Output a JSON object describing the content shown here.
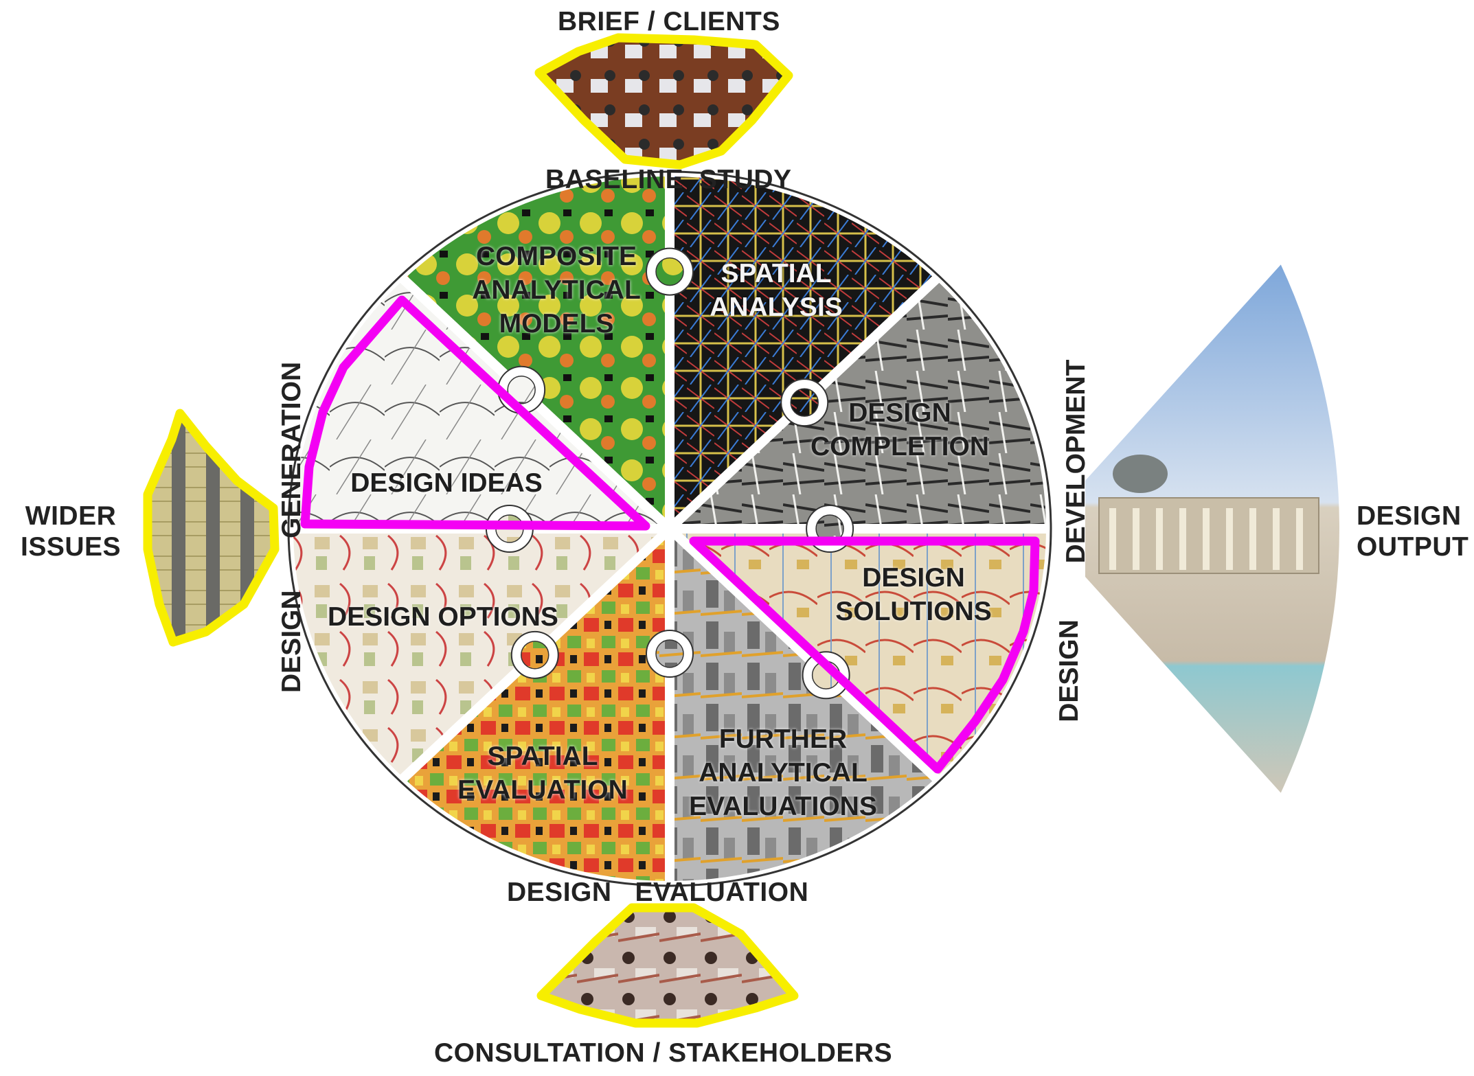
{
  "outer_labels": {
    "top": "BRIEF / CLIENTS",
    "bottom": "CONSULTATION / STAKEHOLDERS",
    "left": "WIDER\nISSUES",
    "right": "DESIGN\nOUTPUT"
  },
  "ring_labels": {
    "top": "BASELINE  STUDY",
    "bottom": "DESIGN   EVALUATION",
    "left_upper": "GENERATION",
    "left_lower": "DESIGN",
    "right_upper": "DEVELOPMENT",
    "right_lower": "DESIGN"
  },
  "segments": [
    {
      "id": "composite",
      "label": "COMPOSITE\nANALYTICAL\nMODELS",
      "color": "#5aa63a"
    },
    {
      "id": "spatial-analysis",
      "label": "SPATIAL\nANALYSIS",
      "color": "#1a1a1a"
    },
    {
      "id": "design-completion",
      "label": "DESIGN\nCOMPLETION",
      "color": "#8a8a86"
    },
    {
      "id": "design-solutions",
      "label": "DESIGN\nSOLUTIONS",
      "color": "#d9c9a4"
    },
    {
      "id": "further-evaluations",
      "label": "FURTHER\nANALYTICAL\nEVALUATIONS",
      "color": "#a9a9a9"
    },
    {
      "id": "spatial-evaluation",
      "label": "SPATIAL\nEVALUATION",
      "color": "#d9703a"
    },
    {
      "id": "design-options",
      "label": "DESIGN OPTIONS",
      "color": "#ece4d6"
    },
    {
      "id": "design-ideas",
      "label": "DESIGN IDEAS",
      "color": "#f4f4f2"
    }
  ],
  "highlight_colors": {
    "yellow": "#f7ee00",
    "magenta": "#f400f4"
  }
}
